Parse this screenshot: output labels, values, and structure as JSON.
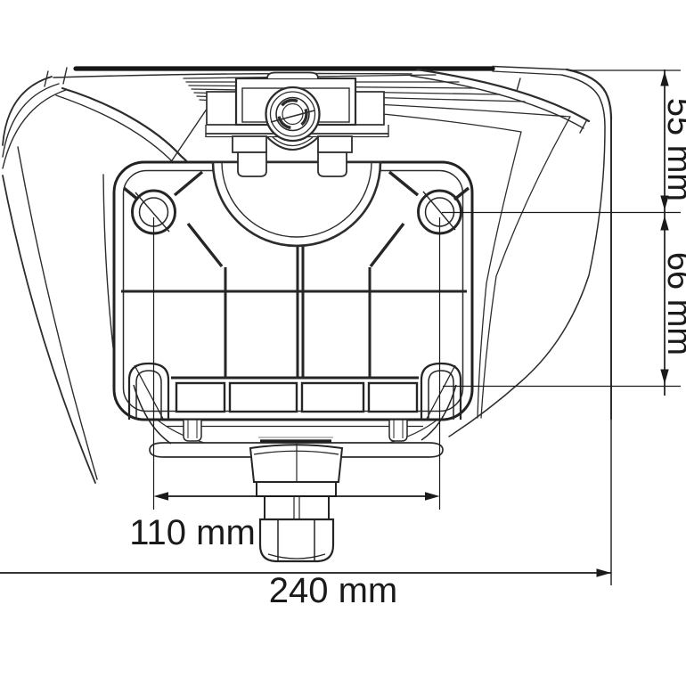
{
  "drawing": {
    "type": "technical-dimension-drawing",
    "subject": "floodlight-with-mounting-bracket-rear-view",
    "labels": {
      "hole_spacing": "110 mm",
      "overall_width": "240 mm",
      "top_height": "55 mm",
      "lower_height": "66 mm"
    },
    "colors": {
      "line": "#2d2d2d",
      "dark_line": "#161616",
      "dimension": "#1a1a1a",
      "background": "#ffffff"
    }
  }
}
